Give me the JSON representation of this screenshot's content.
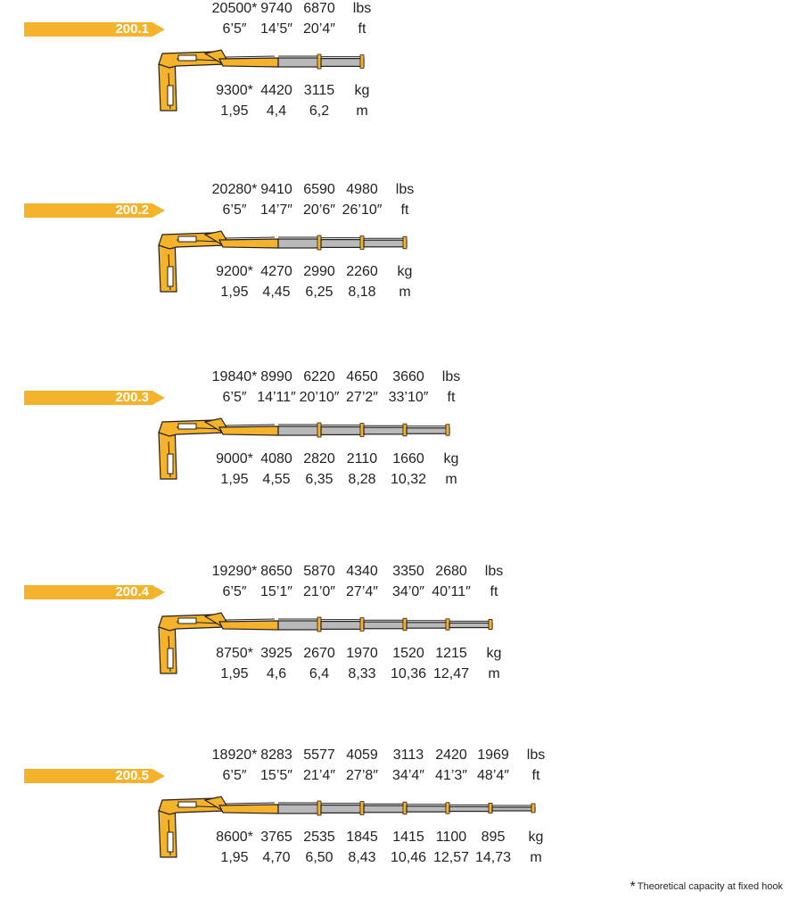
{
  "colors": {
    "accent": "#f4b32a",
    "boom_yellow": "#f4b32a",
    "boom_grey": "#b9b9b9",
    "outline": "#231f20"
  },
  "models": [
    {
      "label": "200.1",
      "lbs": [
        "20500*",
        "9740",
        "6870"
      ],
      "ft": [
        "6’5″",
        "14’5″",
        "20’4″"
      ],
      "kg": [
        "9300*",
        "4420",
        "3115"
      ],
      "m": [
        "1,95",
        "4,4",
        "6,2"
      ]
    },
    {
      "label": "200.2",
      "lbs": [
        "20280*",
        "9410",
        "6590",
        "4980"
      ],
      "ft": [
        "6’5″",
        "14’7″",
        "20’6″",
        "26’10″"
      ],
      "kg": [
        "9200*",
        "4270",
        "2990",
        "2260"
      ],
      "m": [
        "1,95",
        "4,45",
        "6,25",
        "8,18"
      ]
    },
    {
      "label": "200.3",
      "lbs": [
        "19840*",
        "8990",
        "6220",
        "4650",
        "3660"
      ],
      "ft": [
        "6’5″",
        "14’11″",
        "20’10″",
        "27’2″",
        "33’10″"
      ],
      "kg": [
        "9000*",
        "4080",
        "2820",
        "2110",
        "1660"
      ],
      "m": [
        "1,95",
        "4,55",
        "6,35",
        "8,28",
        "10,32"
      ]
    },
    {
      "label": "200.4",
      "lbs": [
        "19290*",
        "8650",
        "5870",
        "4340",
        "3350",
        "2680"
      ],
      "ft": [
        "6’5″",
        "15’1″",
        "21’0″",
        "27’4″",
        "34’0″",
        "40’11″"
      ],
      "kg": [
        "8750*",
        "3925",
        "2670",
        "1970",
        "1520",
        "1215"
      ],
      "m": [
        "1,95",
        "4,6",
        "6,4",
        "8,33",
        "10,36",
        "12,47"
      ]
    },
    {
      "label": "200.5",
      "lbs": [
        "18920*",
        "8283",
        "5577",
        "4059",
        "3113",
        "2420",
        "1969"
      ],
      "ft": [
        "6’5″",
        "15’5″",
        "21’4″",
        "27’8″",
        "34’4″",
        "41’3″",
        "48’4″"
      ],
      "kg": [
        "8600*",
        "3765",
        "2535",
        "1845",
        "1415",
        "1100",
        "895"
      ],
      "m": [
        "1,95",
        "4,70",
        "6,50",
        "8,43",
        "10,46",
        "12,57",
        "14,73"
      ]
    }
  ],
  "units": {
    "lbs": "lbs",
    "ft": "ft",
    "kg": "kg",
    "m": "m"
  },
  "footnote": {
    "star": "*",
    "text": "Theoretical capacity at fixed hook"
  }
}
